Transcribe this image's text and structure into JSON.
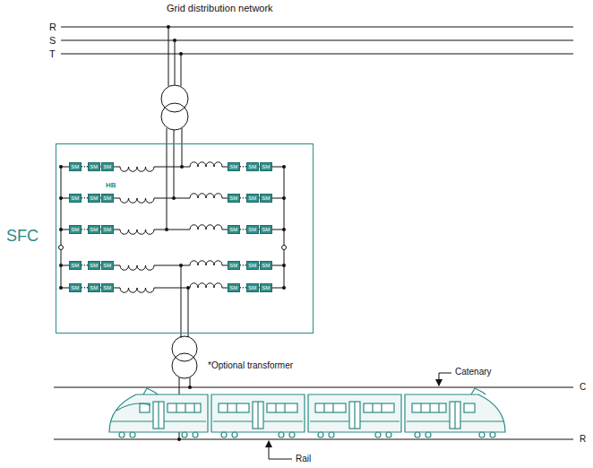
{
  "diagram": {
    "nodes": [
      {
        "text": [
          "SFC"
        ]
      },
      {
        "text": [
          "SM"
        ],
        "in": 0
      },
      {
        "text": [
          "SM"
        ],
        "in": 0
      },
      {
        "text": [
          "SM"
        ],
        "in": 0
      },
      {
        "text": [
          "SM"
        ],
        "in": 0
      },
      {
        "text": [
          "SM"
        ],
        "in": 0
      },
      {
        "text": [
          "SM"
        ],
        "in": 0
      },
      {
        "text": [
          "SM"
        ],
        "in": 0
      },
      {
        "text": [
          "SM"
        ],
        "in": 0
      },
      {
        "text": [
          "SM"
        ],
        "in": 0
      },
      {
        "text": [
          "SM"
        ],
        "in": 0
      },
      {
        "text": [
          "SM"
        ],
        "in": 0
      },
      {
        "text": [
          "SM"
        ],
        "in": 0
      },
      {
        "text": [
          "SM"
        ],
        "in": 0
      },
      {
        "text": [
          "SM"
        ],
        "in": 0
      },
      {
        "text": [
          "SM"
        ],
        "in": 0
      },
      {
        "text": [
          "SM"
        ],
        "in": 0
      },
      {
        "text": [
          "SM"
        ],
        "in": 0
      },
      {
        "text": [
          "SM"
        ],
        "in": 0
      },
      {
        "text": [
          "SM"
        ],
        "in": 0
      },
      {
        "text": [
          "SM"
        ],
        "in": 0
      },
      {
        "text": [
          "SM"
        ],
        "in": 0
      },
      {
        "text": [
          "SM"
        ],
        "in": 0
      },
      {
        "text": [
          "SM"
        ],
        "in": 0
      },
      {
        "text": [
          "SM"
        ],
        "in": 0
      },
      {
        "text": [
          "SM"
        ],
        "in": 0
      },
      {
        "text": [
          "SM"
        ],
        "in": 0
      },
      {
        "text": [
          "SM"
        ],
        "in": 0
      },
      {
        "text": [
          "SM"
        ],
        "in": 0
      },
      {
        "text": [
          "SM"
        ],
        "in": 0
      },
      {
        "text": [
          "SM"
        ],
        "in": 0
      }
    ],
    "edges": [
      {
        "from": 1,
        "to": 2,
        "arrow": "none"
      },
      {
        "from": 2,
        "to": 3,
        "arrow": "none"
      },
      {
        "from": 4,
        "to": 5,
        "arrow": "none"
      },
      {
        "from": 5,
        "to": 6,
        "arrow": "none"
      },
      {
        "from": 7,
        "to": 8,
        "arrow": "none"
      },
      {
        "from": 8,
        "to": 9,
        "arrow": "none"
      },
      {
        "from": 10,
        "to": 11,
        "arrow": "none"
      },
      {
        "from": 11,
        "to": 12,
        "arrow": "none"
      },
      {
        "from": 13,
        "to": 14,
        "arrow": "none"
      },
      {
        "from": 14,
        "to": 15,
        "arrow": "none"
      },
      {
        "from": 16,
        "to": 17,
        "arrow": "none"
      },
      {
        "from": 17,
        "to": 18,
        "arrow": "none"
      },
      {
        "from": 19,
        "to": 20,
        "arrow": "none"
      },
      {
        "from": 20,
        "to": 21,
        "arrow": "none"
      },
      {
        "from": 22,
        "to": 23,
        "arrow": "none"
      },
      {
        "from": 23,
        "to": 24,
        "arrow": "none"
      },
      {
        "from": 25,
        "to": 26,
        "arrow": "none"
      },
      {
        "from": 26,
        "to": 27,
        "arrow": "none"
      },
      {
        "from": 28,
        "to": 29,
        "arrow": "none"
      },
      {
        "from": 29,
        "to": 30,
        "arrow": "none"
      }
    ],
    "labels": [
      "Grid distribution network",
      "R",
      "S",
      "T",
      "HB",
      "*Optional transformer",
      "Catenary",
      "C",
      "R",
      "Rail"
    ]
  }
}
